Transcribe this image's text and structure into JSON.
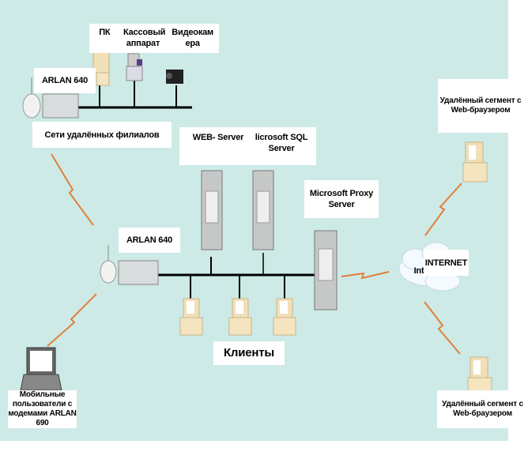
{
  "labels": {
    "pc": "ПК",
    "cash_register": "Кассовый аппарат",
    "video_camera": "Видеокам ера",
    "arlan_top": "ARLAN 640",
    "branch_networks": "Сети удалённых филиалов",
    "web_server": "WEB- Server",
    "sql_server": "licrosoft SQL Server",
    "proxy_server": "Microsoft Proxy Server",
    "arlan_mid": "ARLAN 640",
    "internet": "INTERNET",
    "internet_fragment": "Int",
    "clients": "Клиенты",
    "mobile_users": "Мобильные пользователи с модемами ARLAN 690",
    "remote_top": "Удалённый сегмент с Web-браузером",
    "remote_bottom": "Удалённый сегмент с Web-браузером"
  },
  "colors": {
    "background": "#cdeae6",
    "link": "#e0803a",
    "bus": "#000000"
  }
}
